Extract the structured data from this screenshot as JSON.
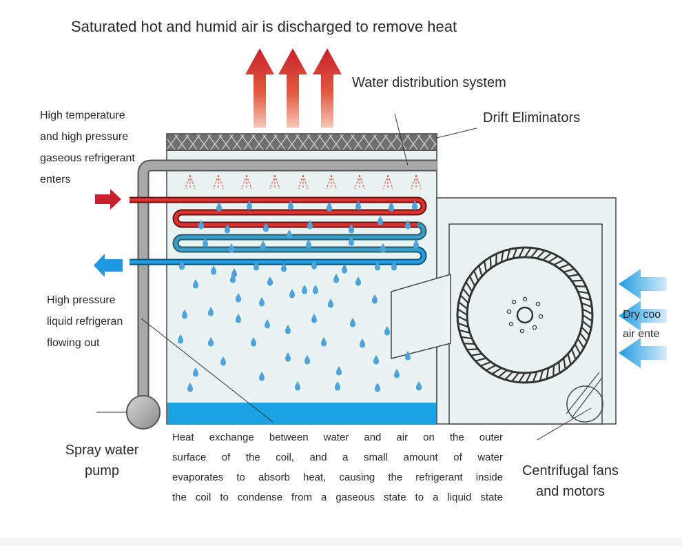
{
  "labels": {
    "top_title": "Saturated hot and humid air is discharged to remove heat",
    "water_distribution": "Water distribution system",
    "drift_eliminators": "Drift Eliminators",
    "gas_in": [
      "High temperature",
      "and high pressure",
      "gaseous refrigerant",
      "enters"
    ],
    "liquid_out": [
      "High pressure",
      "liquid refrigeran",
      "flowing out"
    ],
    "dry_air": [
      "Dry coo",
      "air ente"
    ],
    "spray_pump": [
      "Spray water",
      "pump"
    ],
    "heat_exchange": [
      "Heat exchange between water and air on the outer",
      "surface of the coil, and a small amount of water",
      "evaporates to absorb heat, causing the refrigerant inside",
      "the coil to condense from a gaseous state to a liquid state"
    ],
    "fans": [
      "Centrifugal fans",
      "and motors"
    ]
  },
  "colors": {
    "hot_arrow": "#c8202a",
    "cool_arrow": "#1e9be0",
    "basin_water": "#1aa3e3",
    "droplet": "#4fa3d8",
    "pipe": "#9a9a9a",
    "panel": "#e8f3f2"
  },
  "icons": {
    "exhaust": "red-up-arrow-icon",
    "inlet": "blue-left-arrow-icon",
    "fan": "centrifugal-fan-icon",
    "pump": "pump-icon",
    "droplet": "water-drop-icon"
  }
}
